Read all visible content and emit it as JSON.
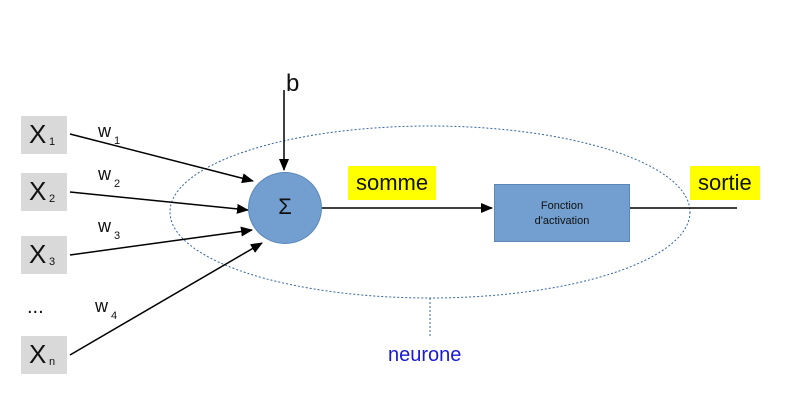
{
  "diagram": {
    "inputs": [
      {
        "main": "X",
        "sub": "1"
      },
      {
        "main": "X",
        "sub": "2"
      },
      {
        "main": "X",
        "sub": "3"
      },
      {
        "main": "X",
        "sub": "n"
      }
    ],
    "ellipsis": "...",
    "weights": [
      {
        "main": "w",
        "sub": "1"
      },
      {
        "main": "w",
        "sub": "2"
      },
      {
        "main": "w",
        "sub": "3"
      },
      {
        "main": "w",
        "sub": "4"
      }
    ],
    "bias": "b",
    "sum_symbol": "Σ",
    "sum_label": "somme",
    "activation_line1": "Fonction",
    "activation_line2": "d'activation",
    "output_label": "sortie",
    "neuron_label": "neurone"
  },
  "colors": {
    "node_fill": "#729fcf",
    "input_fill": "#d9d9d9",
    "highlight": "#ffff00",
    "neuron_label": "#1a1ad6",
    "ellipse_stroke": "#3465a4"
  }
}
